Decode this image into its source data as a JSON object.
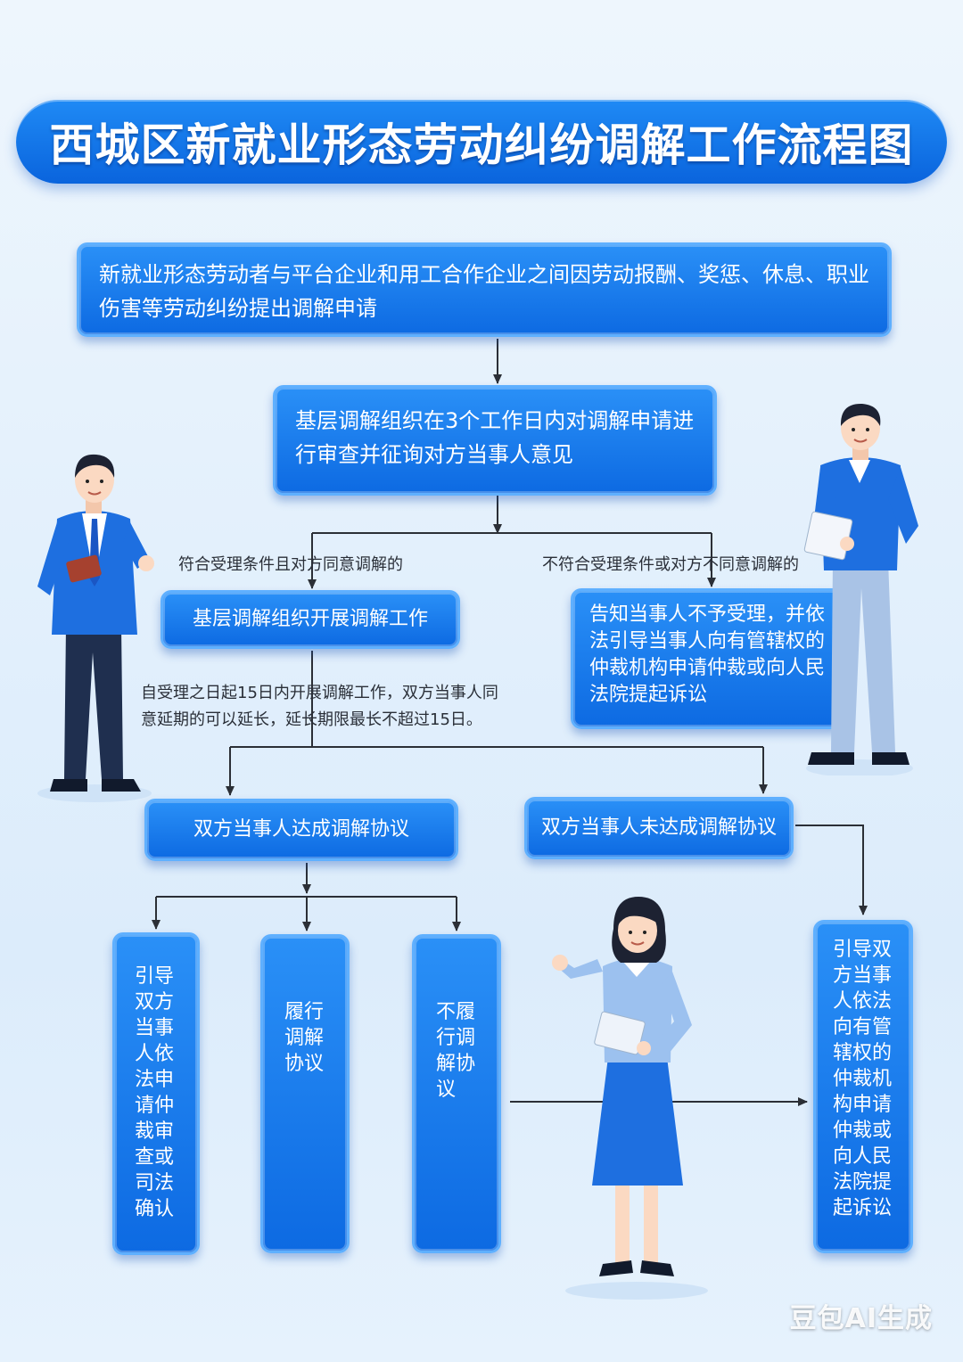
{
  "title": "西城区新就业形态劳动纠纷调解工作流程图",
  "steps": {
    "apply": "新就业形态劳动者与平台企业和用工合作企业之间因劳动报酬、奖惩、休息、职业伤害等劳动纠纷提出调解申请",
    "review": "基层调解组织在3个工作日内对调解申请进行审查并征询对方当事人意见",
    "mediate": "基层调解组织开展调解工作",
    "reject": "告知当事人不予受理，并依法引导当事人向有管辖权的仲裁机构申请仲裁或向人民法院提起诉讼",
    "agreed": "双方当事人达成调解协议",
    "not_agreed": "双方当事人未达成调解协议",
    "judicial_confirm": "引导双方当事人依法申请仲裁审查或司法确认",
    "perform": "履行调解协议",
    "not_perform": "不履行调解协议",
    "arbitration": "引导双方当事人依法向有管辖权的仲裁机构申请仲裁或向人民法院提起诉讼"
  },
  "labels": {
    "eligible": "符合受理条件且对方同意调解的",
    "ineligible": "不符合受理条件或对方不同意调解的",
    "deadline_line1": "自受理之日起15日内开展调解工作，双方当事人同",
    "deadline_line2": "意延期的可以延长，延长期限最长不超过15日。"
  },
  "watermark": "豆包AI生成",
  "colors": {
    "box": "#1a7cef",
    "box_border": "#5fb0ff",
    "arrow": "#2b2f36",
    "jacket": "#1e6fe0",
    "pants_dark": "#1f2f4f",
    "skin": "#fbd9c2"
  }
}
